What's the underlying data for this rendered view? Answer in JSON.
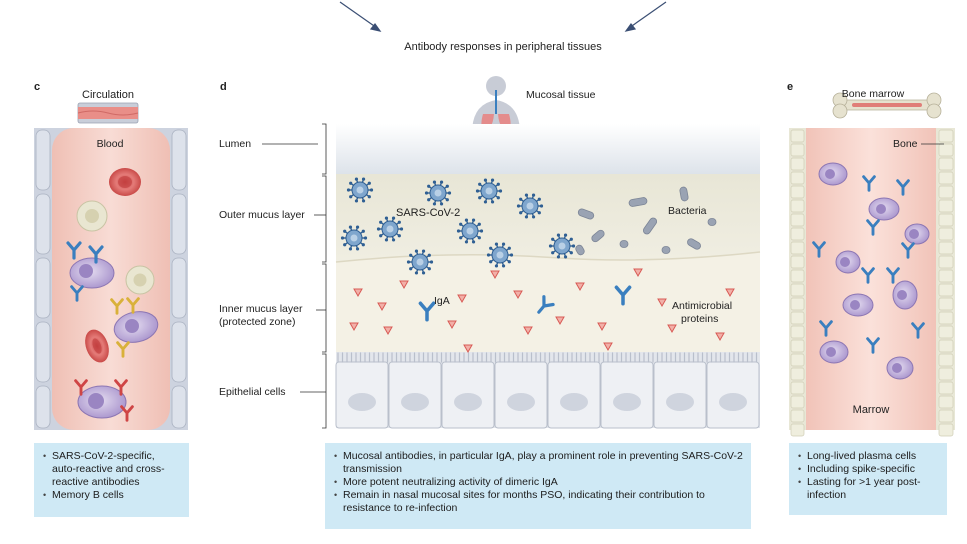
{
  "header": {
    "title": "Antibody responses in peripheral tissues"
  },
  "panel_c": {
    "letter": "c",
    "title": "Circulation",
    "region_label": "Blood",
    "summary": [
      "SARS-CoV-2-specific, auto-reactive and cross-reactive antibodies",
      "Memory B cells"
    ]
  },
  "panel_d": {
    "letter": "d",
    "title": "Mucosal tissue",
    "layers": {
      "lumen": "Lumen",
      "outer": "Outer mucus layer",
      "inner_1": "Inner mucus layer",
      "inner_2": "(protected zone)",
      "epithelial": "Epithelial cells"
    },
    "labels": {
      "virus": "SARS-CoV-2",
      "bacteria": "Bacteria",
      "iga": "IgA",
      "amp_1": "Antimicrobial",
      "amp_2": "proteins"
    },
    "summary": [
      "Mucosal antibodies, in particular IgA, play a prominent role in preventing SARS-CoV-2 transmission",
      "More potent neutralizing activity of dimeric IgA",
      "Remain in nasal mucosal sites for months PSO, indicating their contribution to resistance to re-infection"
    ]
  },
  "panel_e": {
    "letter": "e",
    "title": "Bone marrow",
    "bone_label": "Bone",
    "marrow_label": "Marrow",
    "summary": [
      "Long-lived plasma cells",
      "Including spike-specific",
      "Lasting for >1 year post-infection"
    ]
  },
  "colors": {
    "summary_bg": "#cfe9f5",
    "blood_bg": "#f6d3cb",
    "vessel_wall": "#d3d8e3",
    "mucus_outer": "#efedde",
    "mucus_inner": "#f3f0e2",
    "antibody": "#3a7fbf",
    "virus": "#3f6fa3",
    "antimicrobial": "#e46a6a",
    "plasma_cell": "#b7a6d4"
  }
}
